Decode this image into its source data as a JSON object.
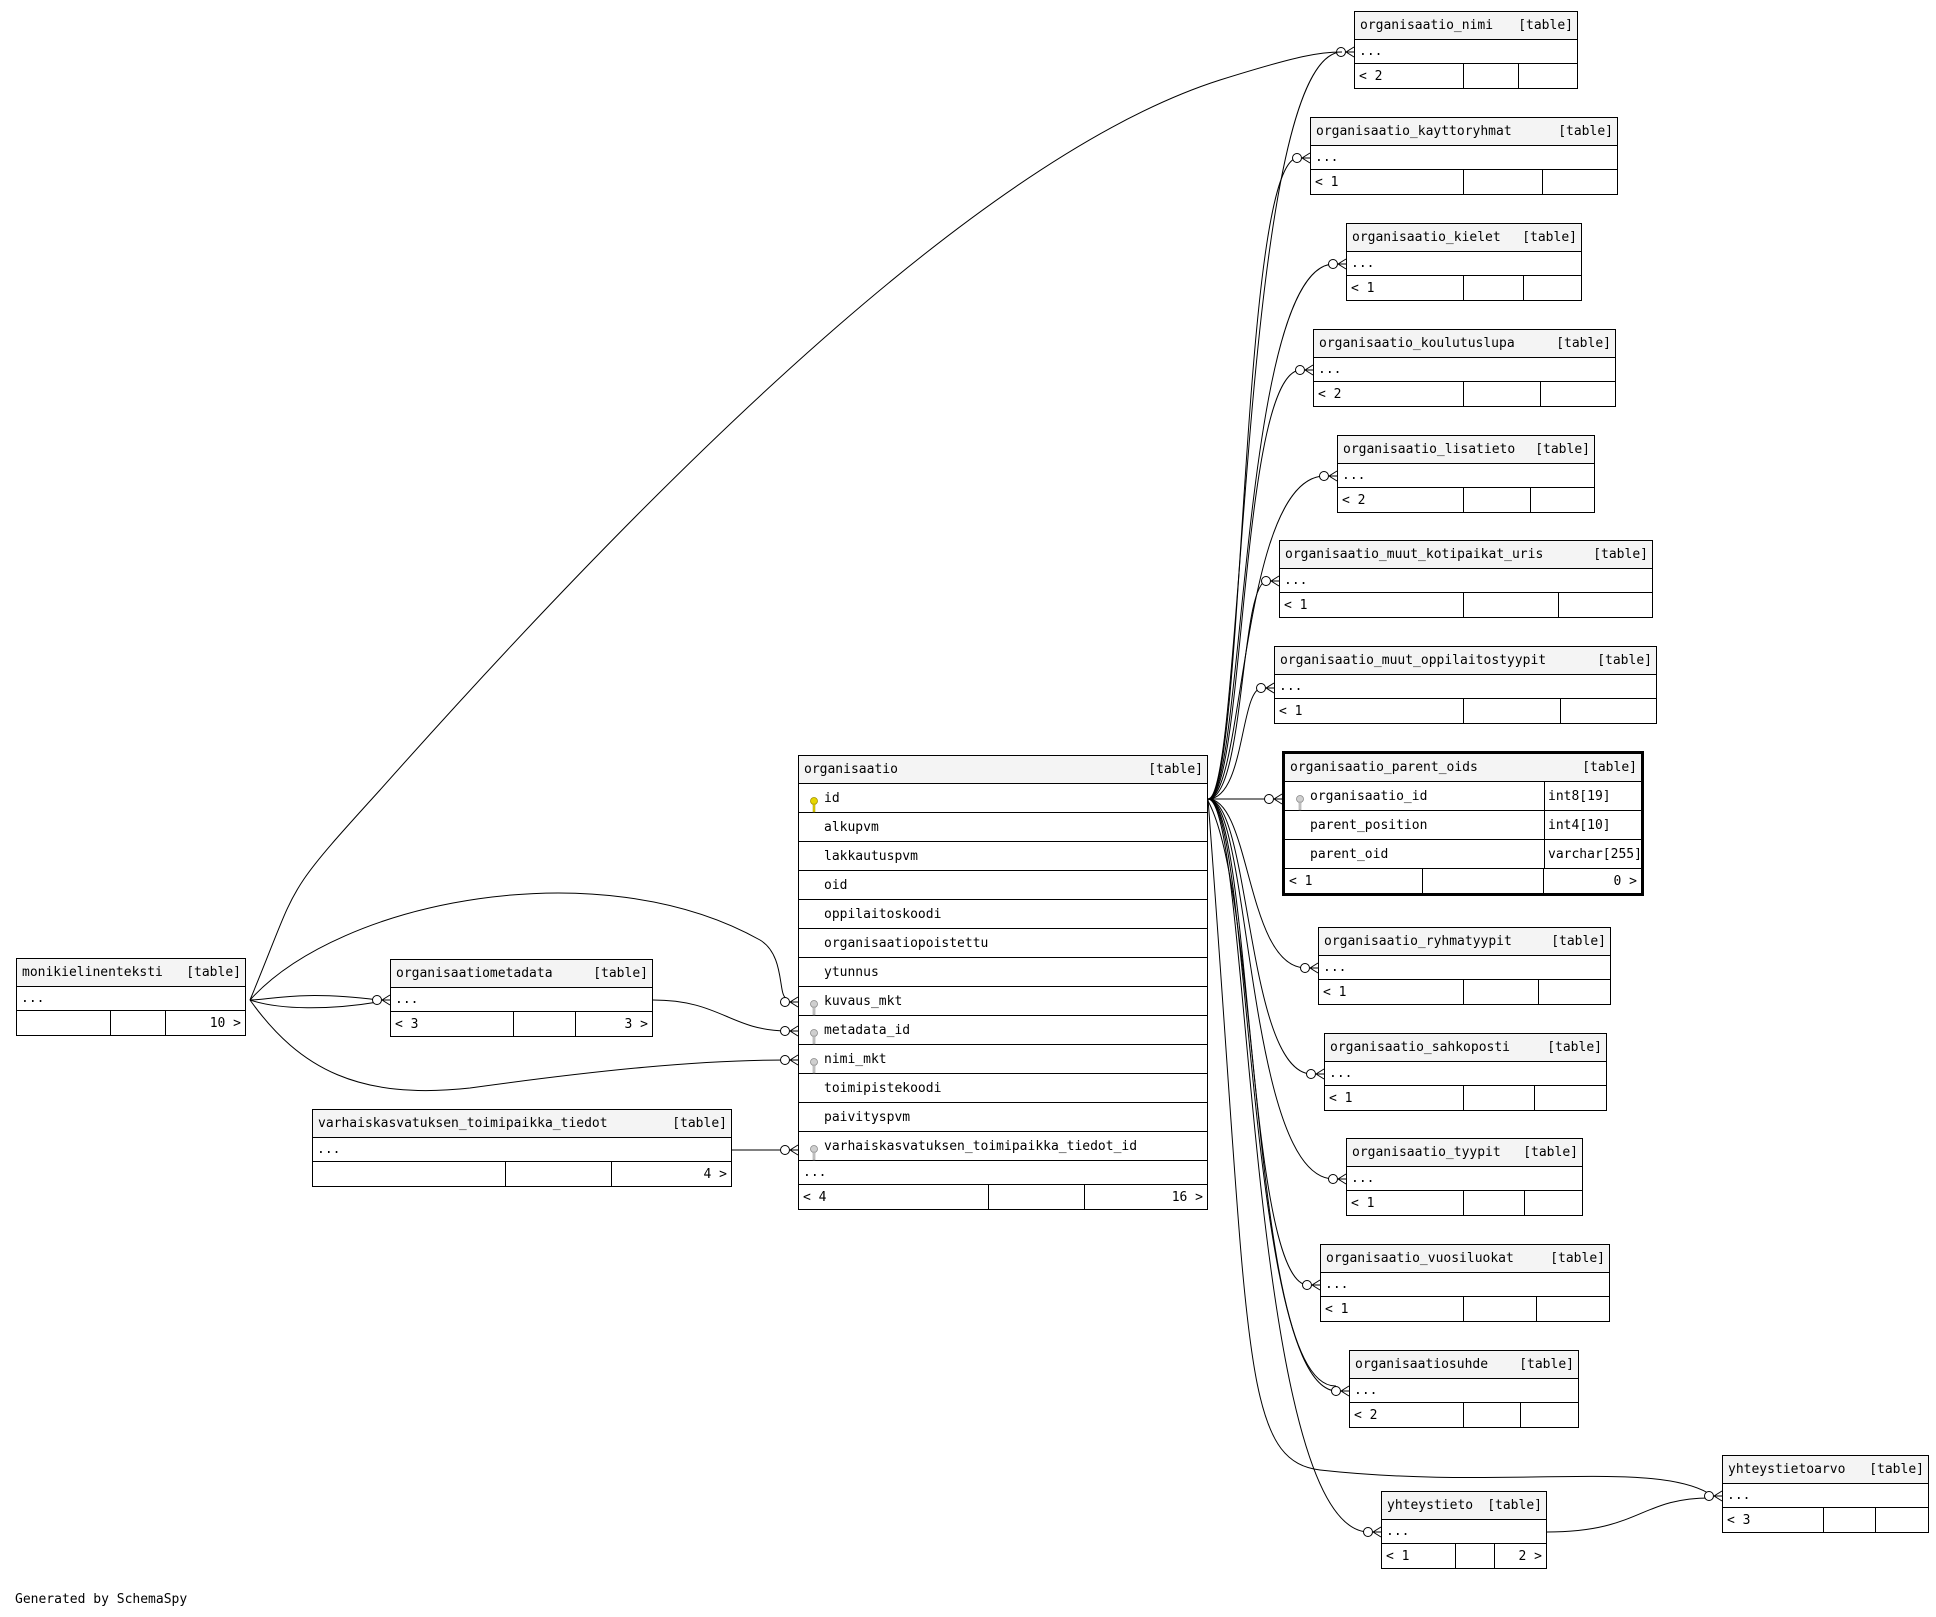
{
  "diagram": {
    "caption": "Generated by SchemaSpy",
    "tables": [
      {
        "id": "organisaatio_nimi",
        "name": "organisaatio_nimi",
        "kind": "[table]",
        "ellipsis": "...",
        "parents": "< 2",
        "children": ""
      },
      {
        "id": "organisaatio_kayttoryhmat",
        "name": "organisaatio_kayttoryhmat",
        "kind": "[table]",
        "ellipsis": "...",
        "parents": "< 1",
        "children": ""
      },
      {
        "id": "organisaatio_kielet",
        "name": "organisaatio_kielet",
        "kind": "[table]",
        "ellipsis": "...",
        "parents": "< 1",
        "children": ""
      },
      {
        "id": "organisaatio_koulutuslupa",
        "name": "organisaatio_koulutuslupa",
        "kind": "[table]",
        "ellipsis": "...",
        "parents": "< 2",
        "children": ""
      },
      {
        "id": "organisaatio_lisatieto",
        "name": "organisaatio_lisatieto",
        "kind": "[table]",
        "ellipsis": "...",
        "parents": "< 2",
        "children": ""
      },
      {
        "id": "organisaatio_muut_kotipaikat_uris",
        "name": "organisaatio_muut_kotipaikat_uris",
        "kind": "[table]",
        "ellipsis": "...",
        "parents": "< 1",
        "children": ""
      },
      {
        "id": "organisaatio_muut_oppilaitostyypit",
        "name": "organisaatio_muut_oppilaitostyypit",
        "kind": "[table]",
        "ellipsis": "...",
        "parents": "< 1",
        "children": ""
      },
      {
        "id": "organisaatio_parent_oids",
        "name": "organisaatio_parent_oids",
        "kind": "[table]",
        "focus": true,
        "columns": [
          {
            "name": "organisaatio_id",
            "type": "int8[19]",
            "key": "foreign"
          },
          {
            "name": "parent_position",
            "type": "int4[10]",
            "key": ""
          },
          {
            "name": "parent_oid",
            "type": "varchar[255]",
            "key": ""
          }
        ],
        "parents": "< 1",
        "children": "0 >"
      },
      {
        "id": "organisaatio_ryhmatyypit",
        "name": "organisaatio_ryhmatyypit",
        "kind": "[table]",
        "ellipsis": "...",
        "parents": "< 1",
        "children": ""
      },
      {
        "id": "organisaatio_sahkoposti",
        "name": "organisaatio_sahkoposti",
        "kind": "[table]",
        "ellipsis": "...",
        "parents": "< 1",
        "children": ""
      },
      {
        "id": "organisaatio_tyypit",
        "name": "organisaatio_tyypit",
        "kind": "[table]",
        "ellipsis": "...",
        "parents": "< 1",
        "children": ""
      },
      {
        "id": "organisaatio_vuosiluokat",
        "name": "organisaatio_vuosiluokat",
        "kind": "[table]",
        "ellipsis": "...",
        "parents": "< 1",
        "children": ""
      },
      {
        "id": "organisaatiosuhde",
        "name": "organisaatiosuhde",
        "kind": "[table]",
        "ellipsis": "...",
        "parents": "< 2",
        "children": ""
      },
      {
        "id": "yhteystieto",
        "name": "yhteystieto",
        "kind": "[table]",
        "ellipsis": "...",
        "parents": "< 1",
        "children": "2 >"
      },
      {
        "id": "yhteystietoarvo",
        "name": "yhteystietoarvo",
        "kind": "[table]",
        "ellipsis": "...",
        "parents": "< 3",
        "children": ""
      },
      {
        "id": "organisaatio",
        "name": "organisaatio",
        "kind": "[table]",
        "columns": [
          {
            "name": "id",
            "type": "",
            "key": "primary"
          },
          {
            "name": "alkupvm",
            "type": "",
            "key": ""
          },
          {
            "name": "lakkautuspvm",
            "type": "",
            "key": ""
          },
          {
            "name": "oid",
            "type": "",
            "key": ""
          },
          {
            "name": "oppilaitoskoodi",
            "type": "",
            "key": ""
          },
          {
            "name": "organisaatiopoistettu",
            "type": "",
            "key": ""
          },
          {
            "name": "ytunnus",
            "type": "",
            "key": ""
          },
          {
            "name": "kuvaus_mkt",
            "type": "",
            "key": "foreign"
          },
          {
            "name": "metadata_id",
            "type": "",
            "key": "foreign"
          },
          {
            "name": "nimi_mkt",
            "type": "",
            "key": "foreign"
          },
          {
            "name": "toimipistekoodi",
            "type": "",
            "key": ""
          },
          {
            "name": "paivityspvm",
            "type": "",
            "key": ""
          },
          {
            "name": "varhaiskasvatuksen_toimipaikka_tiedot_id",
            "type": "",
            "key": "foreign"
          }
        ],
        "ellipsis": "...",
        "parents": "< 4",
        "children": "16 >"
      },
      {
        "id": "monikielinenteksti",
        "name": "monikielinenteksti",
        "kind": "[table]",
        "ellipsis": "...",
        "parents": "",
        "children": "10 >"
      },
      {
        "id": "organisaatiometadata",
        "name": "organisaatiometadata",
        "kind": "[table]",
        "ellipsis": "...",
        "parents": "< 3",
        "children": "3 >"
      },
      {
        "id": "varhaiskasvatuksen_toimipaikka_tiedot",
        "name": "varhaiskasvatuksen_toimipaikka_tiedot",
        "kind": "[table]",
        "ellipsis": "...",
        "parents": "",
        "children": "4 >"
      }
    ]
  }
}
